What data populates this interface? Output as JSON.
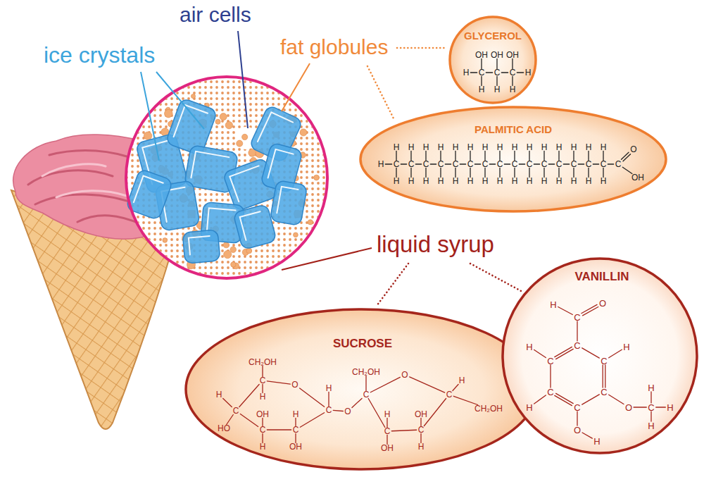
{
  "diagram": {
    "nodes": [
      {
        "text": [
          "GLYCEROL",
          "OH",
          "OH",
          "OH",
          "H",
          "C",
          "C",
          "C",
          "H",
          "H",
          "H",
          "H"
        ]
      },
      {
        "text": [
          "PALMITIC ACID",
          "H",
          "H",
          "H",
          "H",
          "H",
          "H",
          "H",
          "H",
          "H",
          "H",
          "H",
          "H",
          "H",
          "H",
          "H",
          "O",
          "H",
          "C",
          "C",
          "C",
          "C",
          "C",
          "C",
          "C",
          "C",
          "C",
          "C",
          "C",
          "C",
          "C",
          "C",
          "C",
          "C",
          "H",
          "H",
          "H",
          "H",
          "H",
          "H",
          "H",
          "H",
          "H",
          "H",
          "H",
          "H",
          "H",
          "H",
          "H",
          "OH"
        ]
      },
      {
        "text": [
          "SUCROSE",
          "CH₂OH",
          "CH₂OH",
          "O",
          "C",
          "O",
          "H",
          "H",
          "H",
          "H",
          "C",
          "C",
          "C",
          "C",
          "O",
          "CH₂OH",
          "OH",
          "H",
          "H",
          "OH",
          "HO",
          "C",
          "C",
          "C",
          "C",
          "H",
          "OH",
          "OH",
          "H"
        ]
      },
      {
        "text": [
          "VANILLIN",
          "H",
          "O",
          "C",
          "H",
          "C",
          "H",
          "C",
          "C",
          "H",
          "C",
          "C",
          "O",
          "C",
          "H",
          "H",
          "H",
          "C",
          "O",
          "H"
        ]
      }
    ],
    "labels": [
      "air cells",
      "ice crystals",
      "fat globules",
      "liquid syrup"
    ]
  }
}
